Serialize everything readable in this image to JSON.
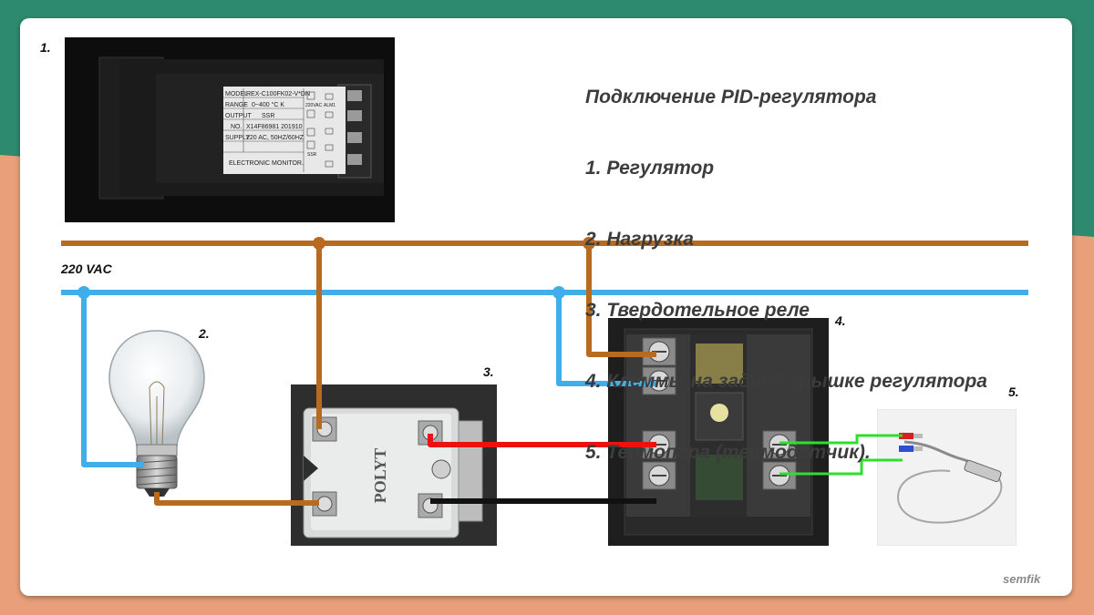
{
  "colors": {
    "live_wire": "#b86a1e",
    "neutral_wire": "#40aee8",
    "signal_positive": "#ee1111",
    "signal_negative": "#111111",
    "thermocouple_wire": "#2ee02e",
    "background_green": "#2e8a6e",
    "background_peach": "#e9a07a"
  },
  "title_lines": [
    "Подключение PID-регулятора",
    "1. Регулятор",
    "2. Нагрузка",
    "3. Твердотельное реле",
    "4. Клеммы на задней крышке регулятора",
    "5. Термопара (термодатчик)."
  ],
  "supply_label": "220 VAC",
  "item_labels": [
    "1.",
    "2.",
    "3.",
    "4.",
    "5."
  ],
  "controller_plate": {
    "rows": [
      {
        "key": "MODEL",
        "value": "REX-C100FK02-V*DN"
      },
      {
        "key": "RANGE",
        "value": "0~400 °C  K"
      },
      {
        "key": "OUTPUT",
        "value": "SSR"
      },
      {
        "key": "NO.",
        "value": "X14F86981   201910"
      },
      {
        "key": "SUPPLY",
        "value": "220 AC, 50HZ/60HZ"
      }
    ],
    "footer": "ELECTRONIC MONITOR.",
    "side_labels": [
      "220VAC",
      "ALM1",
      "SSR"
    ]
  },
  "ssr_brand": "POLYT",
  "watermark": "semfik"
}
